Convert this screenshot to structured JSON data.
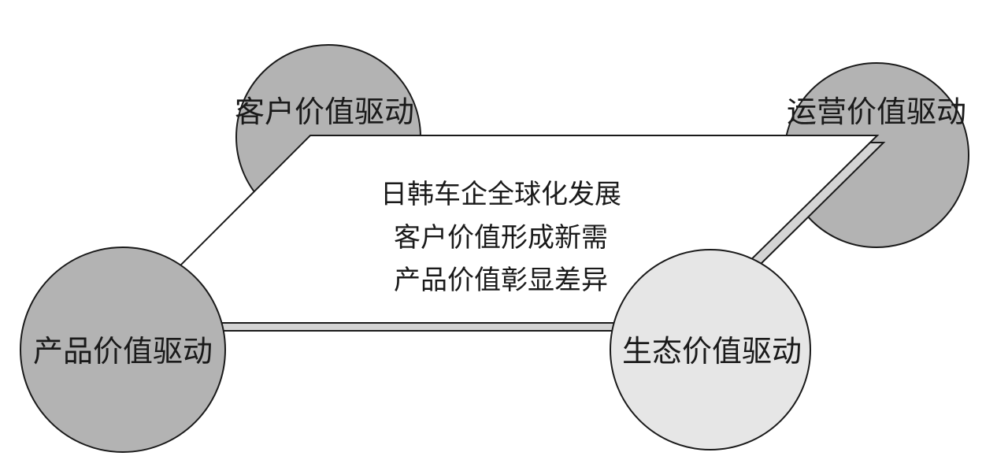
{
  "center_panel": {
    "lines": [
      "日韩车企全球化发展",
      "客户价值形成新需",
      "产品价值彰显差异"
    ]
  },
  "nodes": {
    "customer": {
      "label": "客户价值驱动",
      "color": "#b3b3b3"
    },
    "operation": {
      "label": "运营价值驱动",
      "color": "#b3b3b3"
    },
    "product": {
      "label": "产品价值驱动",
      "color": "#b3b3b3"
    },
    "ecology": {
      "label": "生态价值驱动",
      "color": "#e6e6e6"
    }
  },
  "colors": {
    "panel_fill": "#ffffff",
    "panel_shadow": "#d4d4d4",
    "stroke": "#1a1a1a"
  }
}
